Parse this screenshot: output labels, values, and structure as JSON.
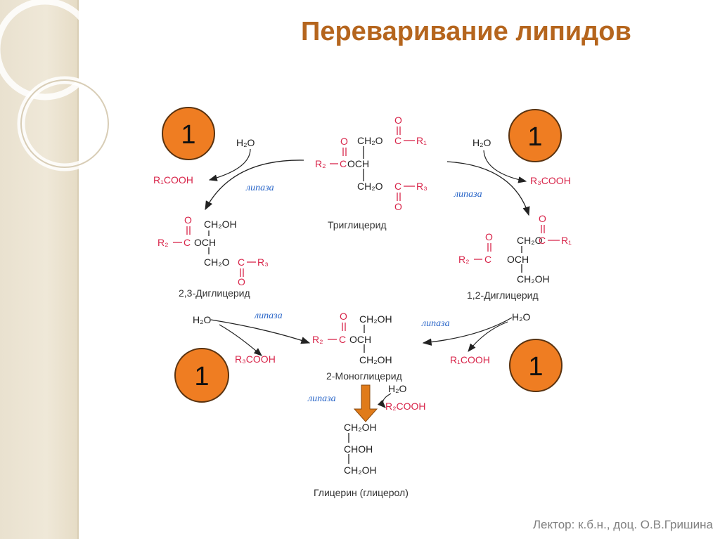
{
  "title": "Переваривание липидов",
  "footer": "Лектор: к.б.н., доц. О.В.Гришина",
  "badge_number": "1",
  "enzyme": "липаза",
  "water": "H₂O",
  "compounds": {
    "triglyceride": "Триглицерид",
    "diglyceride_23": "2,3-Диглицерид",
    "diglyceride_12": "1,2-Диглицерид",
    "monoglyceride": "2-Моноглицерид",
    "glycerol": "Глицерин (глицерол)"
  },
  "acids": {
    "r1": "R₁COOH",
    "r2": "R₂COOH",
    "r3": "R₃COOH"
  },
  "groups": {
    "ch2o": "CH₂O",
    "och": "OCH",
    "ch2oh": "CH₂OH",
    "choh": "CHOH",
    "r1": "R₁",
    "r2": "R₂",
    "r3": "R₃",
    "c": "C",
    "o": "O"
  },
  "colors": {
    "title": "#b5651d",
    "badge_fill": "#ef7d22",
    "acyl": "#d8254a",
    "enzyme": "#2a66c8",
    "arrow": "#e07b1a"
  }
}
